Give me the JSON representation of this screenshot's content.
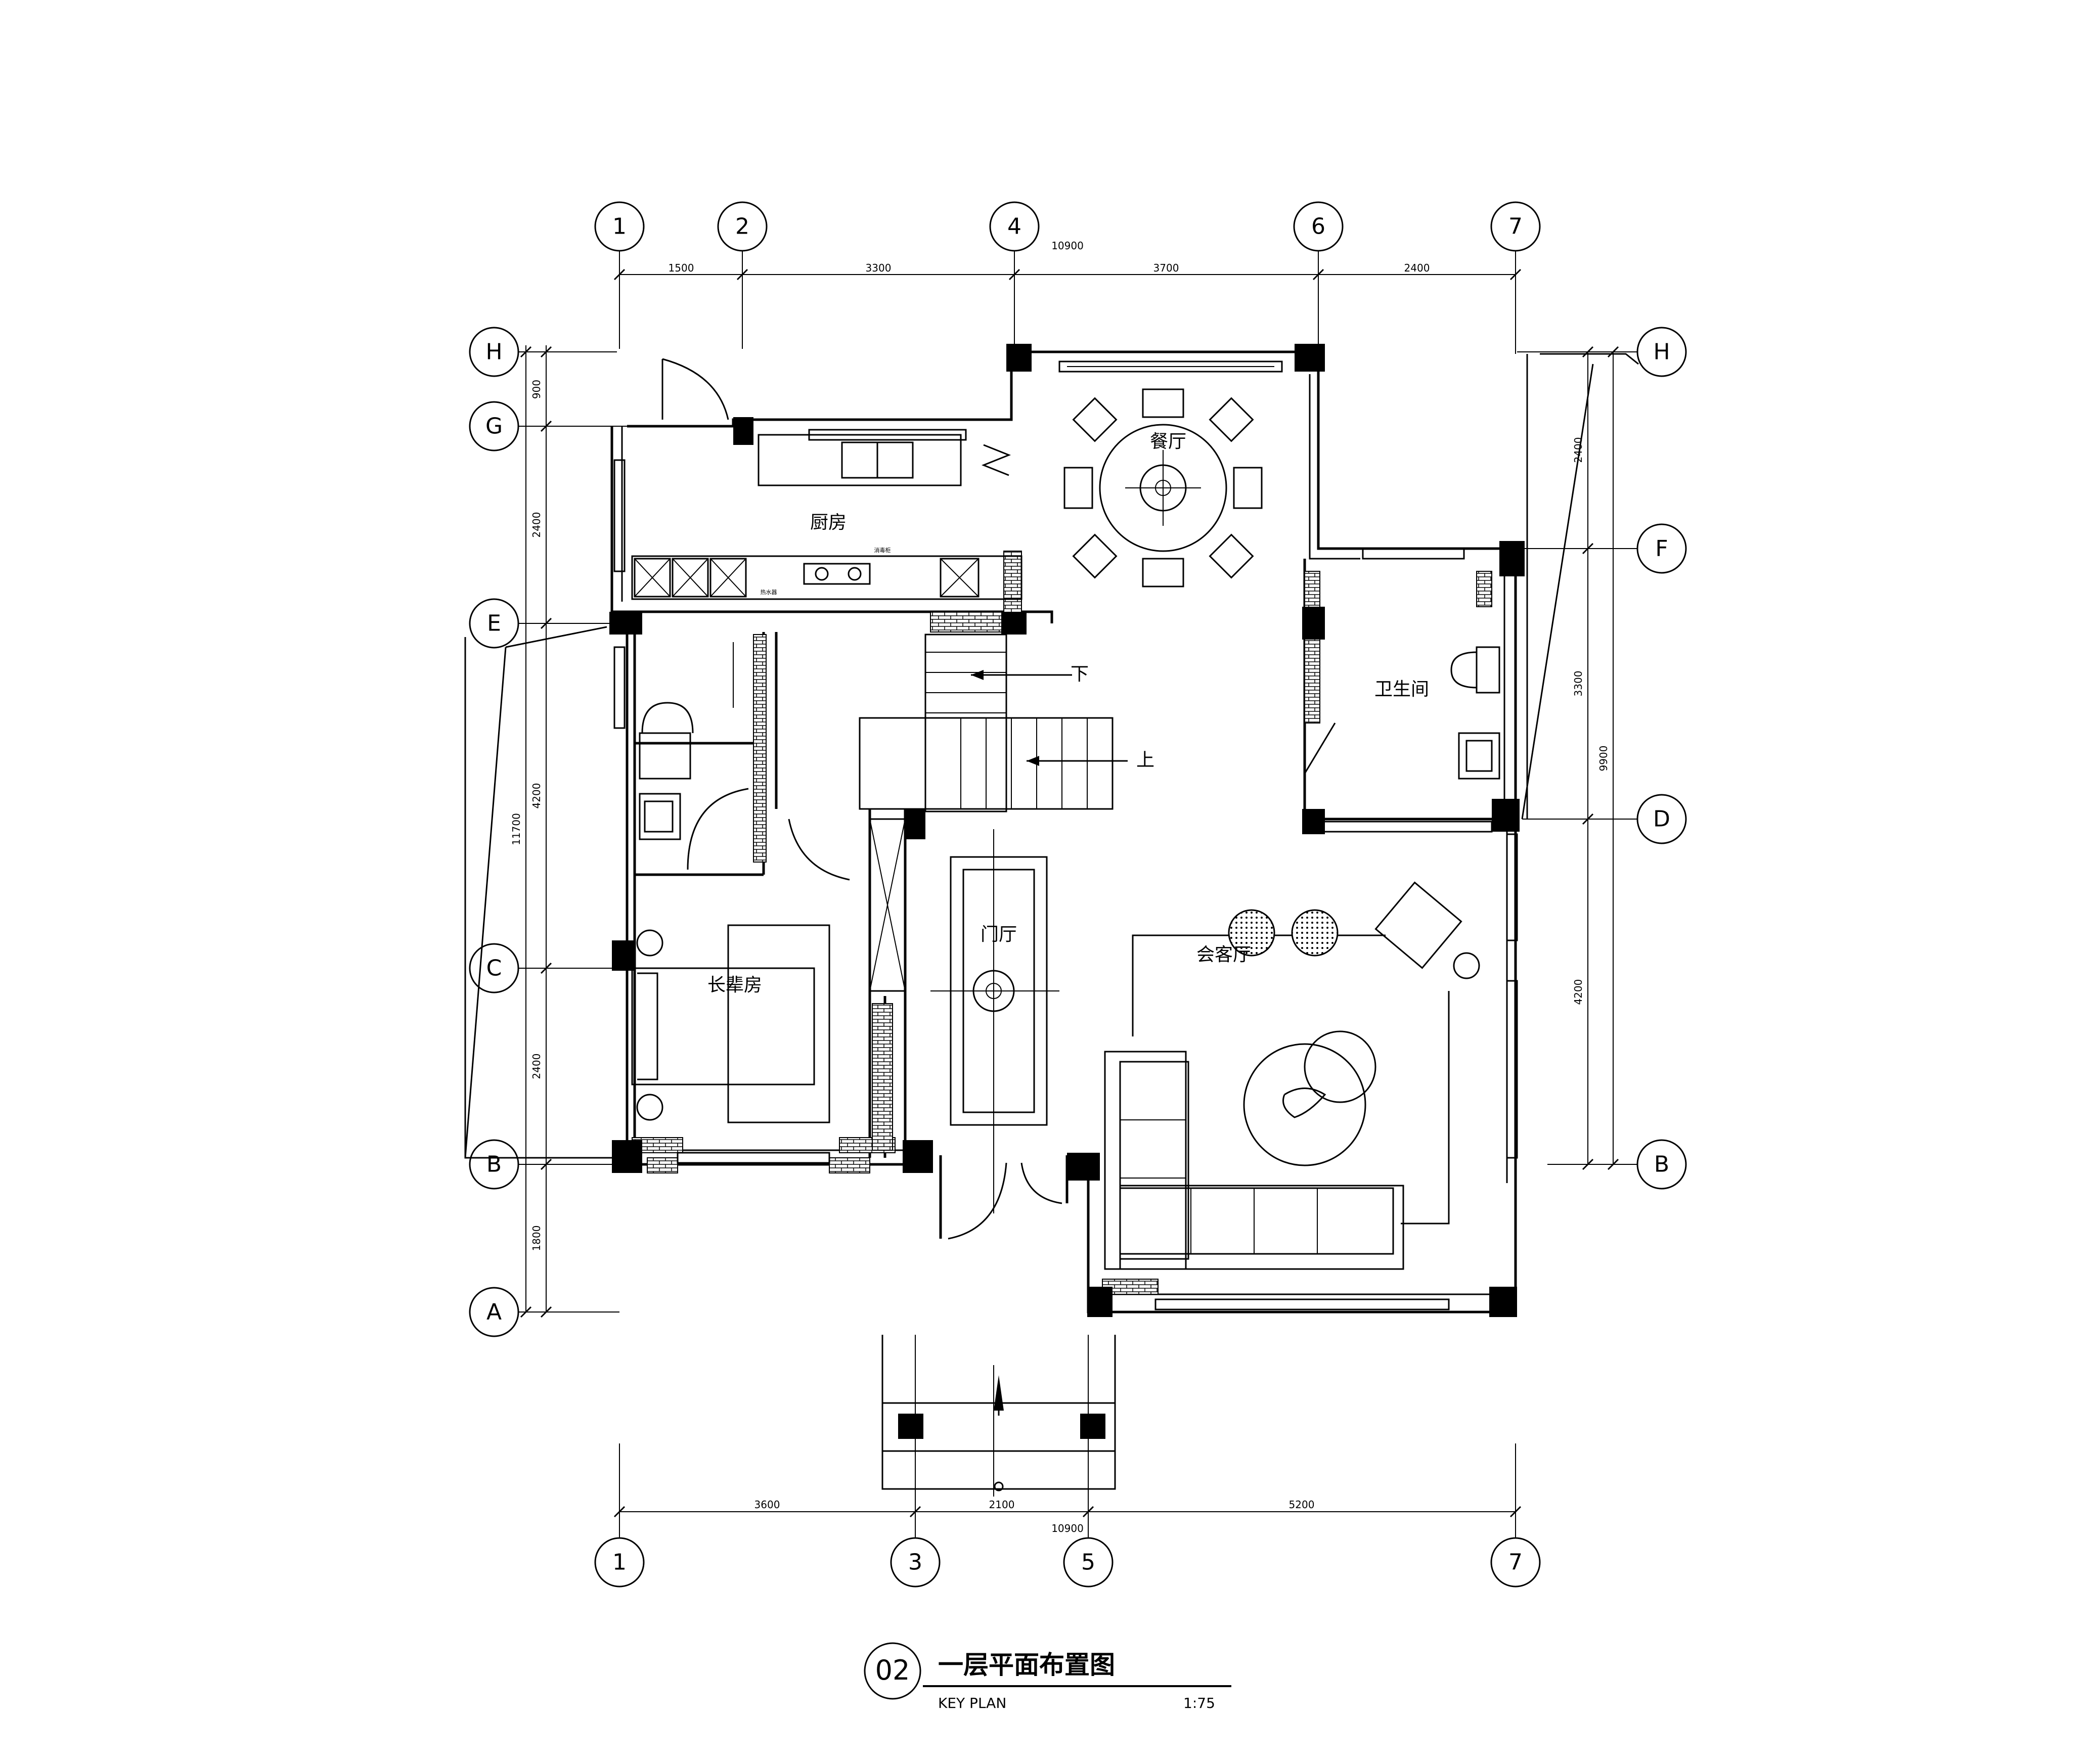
{
  "grid": {
    "top_axes": [
      "1",
      "2",
      "4",
      "6",
      "7"
    ],
    "bottom_axes": [
      "1",
      "3",
      "5",
      "7"
    ],
    "left_axes": [
      "H",
      "G",
      "E",
      "C",
      "B",
      "A"
    ],
    "right_axes": [
      "H",
      "F",
      "D",
      "B"
    ]
  },
  "dimensions": {
    "top_total": "10900",
    "top_segments": [
      "1500",
      "3300",
      "3700",
      "2400"
    ],
    "bottom_total": "10900",
    "bottom_segments": [
      "3600",
      "2100",
      "5200"
    ],
    "left_total": "11700",
    "left_segments": [
      "900",
      "2400",
      "4200",
      "2400",
      "1800"
    ],
    "right_total": "9900",
    "right_segments": [
      "2400",
      "3300",
      "4200"
    ]
  },
  "rooms": {
    "kitchen": "厨房",
    "dining": "餐厅",
    "bathroom": "卫生间",
    "foyer": "门厅",
    "elder_room": "长辈房",
    "reception": "会客厅",
    "stair_down": "下",
    "stair_up": "上"
  },
  "fixtures": {
    "range_hood": "消毒柜",
    "water_heater": "热水器"
  },
  "title": {
    "number": "02",
    "name": "一层平面布置图",
    "subtitle": "KEY PLAN",
    "scale": "1:75"
  }
}
